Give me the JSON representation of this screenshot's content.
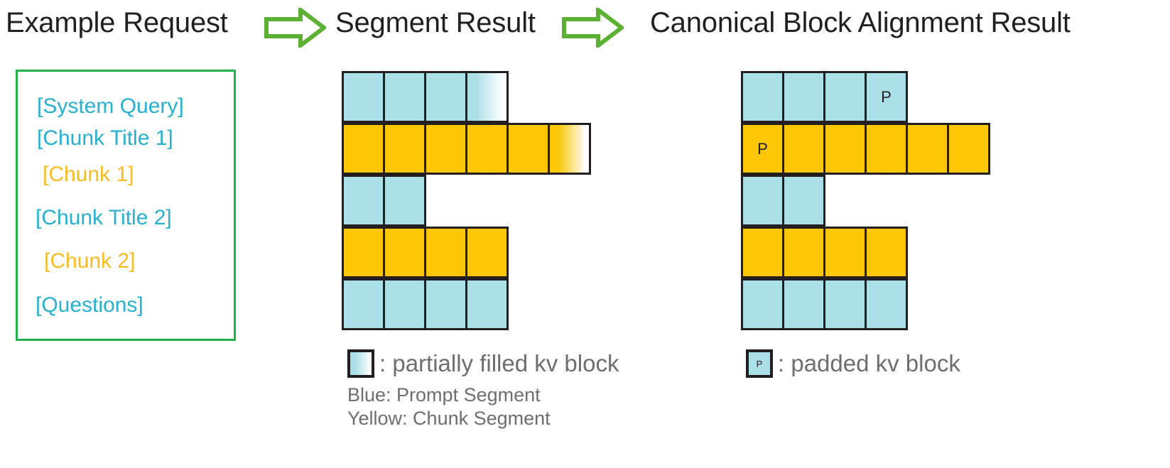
{
  "headings": {
    "request": "Example Request",
    "segment": "Segment Result",
    "canonical": "Canonical Block Alignment Result"
  },
  "arrows": {
    "icon": "right-block-arrow-icon",
    "color": "#5cb033",
    "count": 2
  },
  "request_box": {
    "border_color": "#22b24c",
    "colors": {
      "blue": "#27b0d0",
      "yellow": "#f9bb1f"
    },
    "lines": [
      {
        "text": "[System Query]",
        "color": "blue"
      },
      {
        "text": "[Chunk Title 1]",
        "color": "blue"
      },
      {
        "text": "[Chunk 1]",
        "color": "yellow"
      },
      {
        "text": "[Chunk Title 2]",
        "color": "blue"
      },
      {
        "text": "[Chunk 2]",
        "color": "yellow"
      },
      {
        "text": "[Questions]",
        "color": "blue"
      }
    ]
  },
  "palette": {
    "blue_block": "#ace0e8",
    "yellow_block": "#fbc707",
    "block_border": "#231f20",
    "text_gray": "#6d6e71",
    "heading": "#231f20"
  },
  "segment_grid": {
    "rows": [
      {
        "type": "blue",
        "cells": [
          {
            "fill": "full"
          },
          {
            "fill": "full"
          },
          {
            "fill": "full"
          },
          {
            "fill": "partial"
          }
        ]
      },
      {
        "type": "yellow",
        "offset": 0,
        "cells": [
          {
            "fill": "full"
          },
          {
            "fill": "full"
          },
          {
            "fill": "full"
          },
          {
            "fill": "full"
          },
          {
            "fill": "full"
          },
          {
            "fill": "partial"
          }
        ]
      },
      {
        "type": "blue",
        "cells": [
          {
            "fill": "full"
          },
          {
            "fill": "full"
          }
        ]
      },
      {
        "type": "yellow",
        "cells": [
          {
            "fill": "full"
          },
          {
            "fill": "full"
          },
          {
            "fill": "full"
          },
          {
            "fill": "full"
          }
        ]
      },
      {
        "type": "blue",
        "cells": [
          {
            "fill": "full"
          },
          {
            "fill": "full"
          },
          {
            "fill": "full"
          },
          {
            "fill": "full"
          }
        ]
      }
    ]
  },
  "canonical_grid": {
    "pad_label": "P",
    "rows": [
      {
        "type": "blue",
        "cells": [
          {
            "fill": "full"
          },
          {
            "fill": "full"
          },
          {
            "fill": "full"
          },
          {
            "fill": "full",
            "label": "P"
          }
        ]
      },
      {
        "type": "yellow",
        "cells": [
          {
            "fill": "full",
            "label": "P"
          },
          {
            "fill": "full"
          },
          {
            "fill": "full"
          },
          {
            "fill": "full"
          },
          {
            "fill": "full"
          },
          {
            "fill": "full"
          }
        ]
      },
      {
        "type": "blue",
        "cells": [
          {
            "fill": "full"
          },
          {
            "fill": "full"
          }
        ]
      },
      {
        "type": "yellow",
        "cells": [
          {
            "fill": "full"
          },
          {
            "fill": "full"
          },
          {
            "fill": "full"
          },
          {
            "fill": "full"
          }
        ]
      },
      {
        "type": "blue",
        "cells": [
          {
            "fill": "full"
          },
          {
            "fill": "full"
          },
          {
            "fill": "full"
          },
          {
            "fill": "full"
          }
        ]
      }
    ]
  },
  "legends": {
    "partial": {
      "swatch": "partial-kv-block-swatch",
      "text": ": partially filled kv block"
    },
    "padded": {
      "swatch": "padded-kv-block-swatch",
      "swatch_label": "P",
      "text": ": padded kv block"
    }
  },
  "notes": {
    "blue": "Blue: Prompt Segment",
    "yellow": "Yellow: Chunk Segment"
  }
}
